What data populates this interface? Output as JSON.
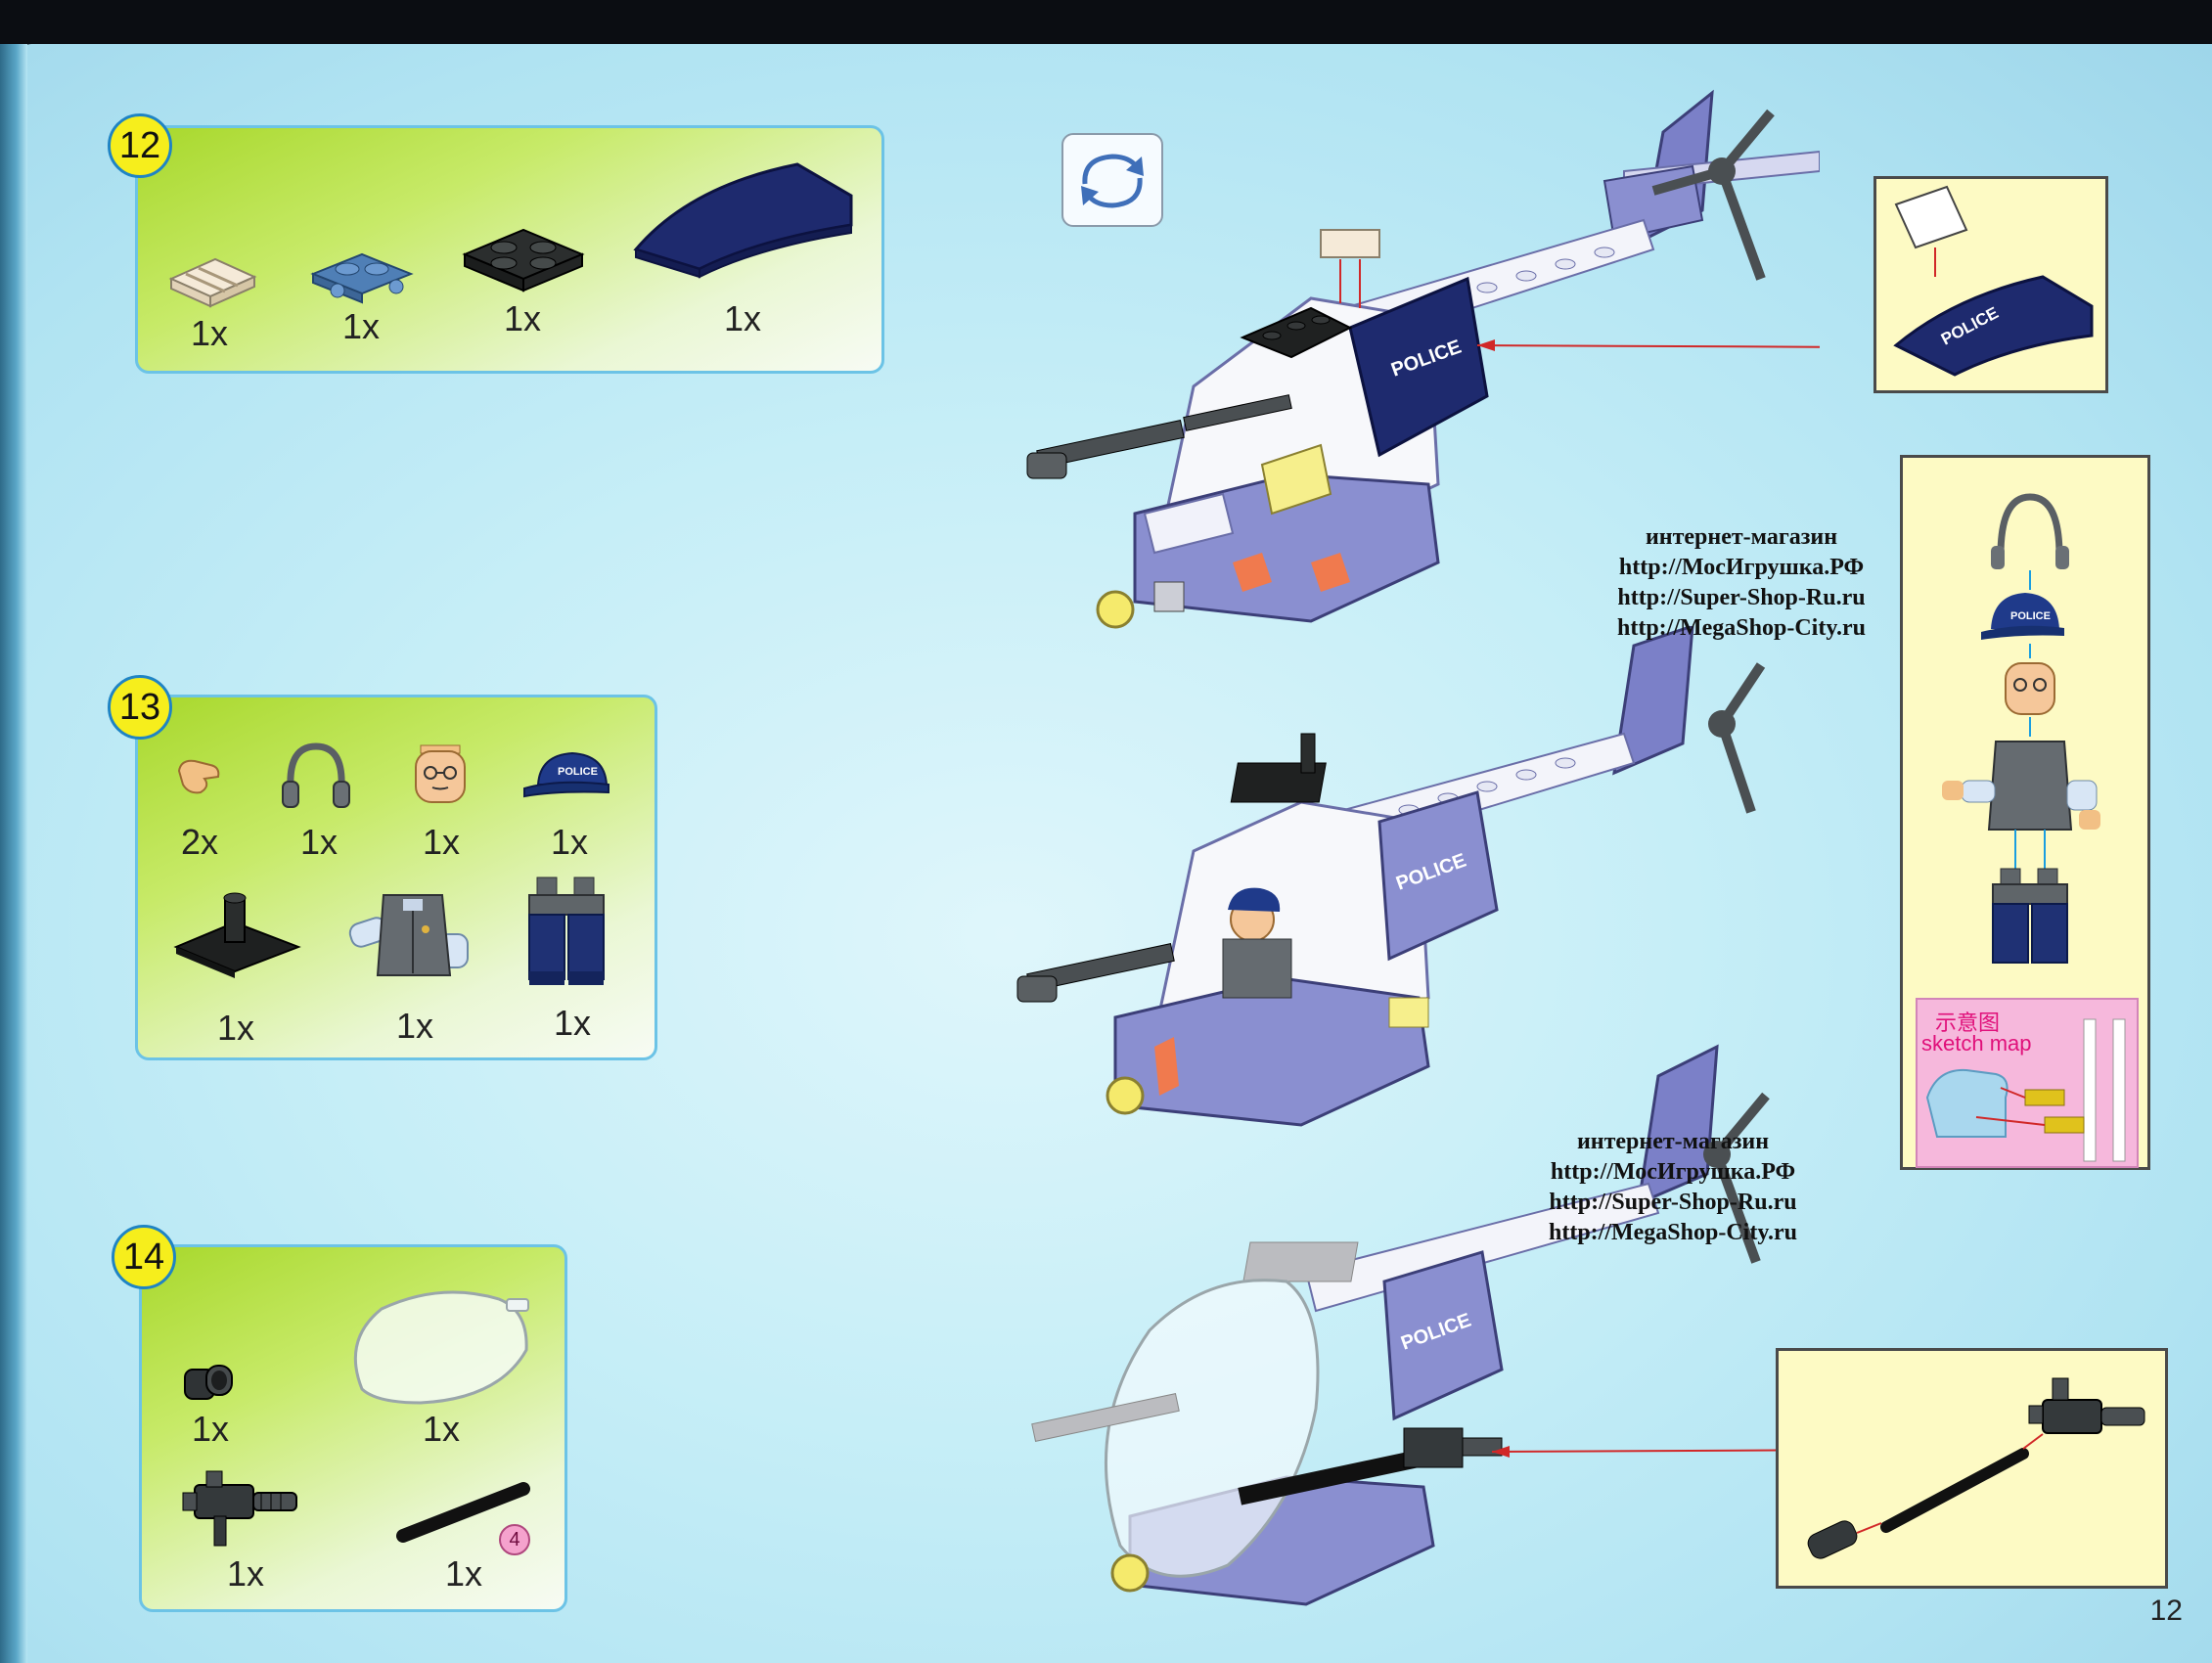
{
  "steps": {
    "s12": {
      "number": "12",
      "qty": [
        "1x",
        "1x",
        "1x",
        "1x"
      ]
    },
    "s13": {
      "number": "13",
      "qty": [
        "2x",
        "1x",
        "1x",
        "1x",
        "1x",
        "1x",
        "1x"
      ]
    },
    "s14": {
      "number": "14",
      "qty": [
        "1x",
        "1x",
        "1x",
        "1x"
      ],
      "length_marker": "4"
    }
  },
  "labels": {
    "police": "POLICE",
    "sketch_zh": "示意图",
    "sketch_en": "sketch map"
  },
  "watermark1": [
    "интернет-магазин",
    "http://МосИгрушка.РФ",
    "http://Super-Shop-Ru.ru",
    "http://MegaShop-City.ru"
  ],
  "watermark2": [
    "интернет-магазин",
    "http://МосИгрушка.РФ",
    "http://Super-Shop-Ru.ru",
    "http://MegaShop-City.ru"
  ],
  "page_number": "12",
  "icons": [
    "rotate-icon"
  ],
  "colors": {
    "step_badge": "#f6ee1c",
    "police_blue": "#1e2a6e",
    "heli_lavender": "#8a8fd0",
    "callout_bg": "#fdfac4",
    "arrow": "#d12828"
  }
}
